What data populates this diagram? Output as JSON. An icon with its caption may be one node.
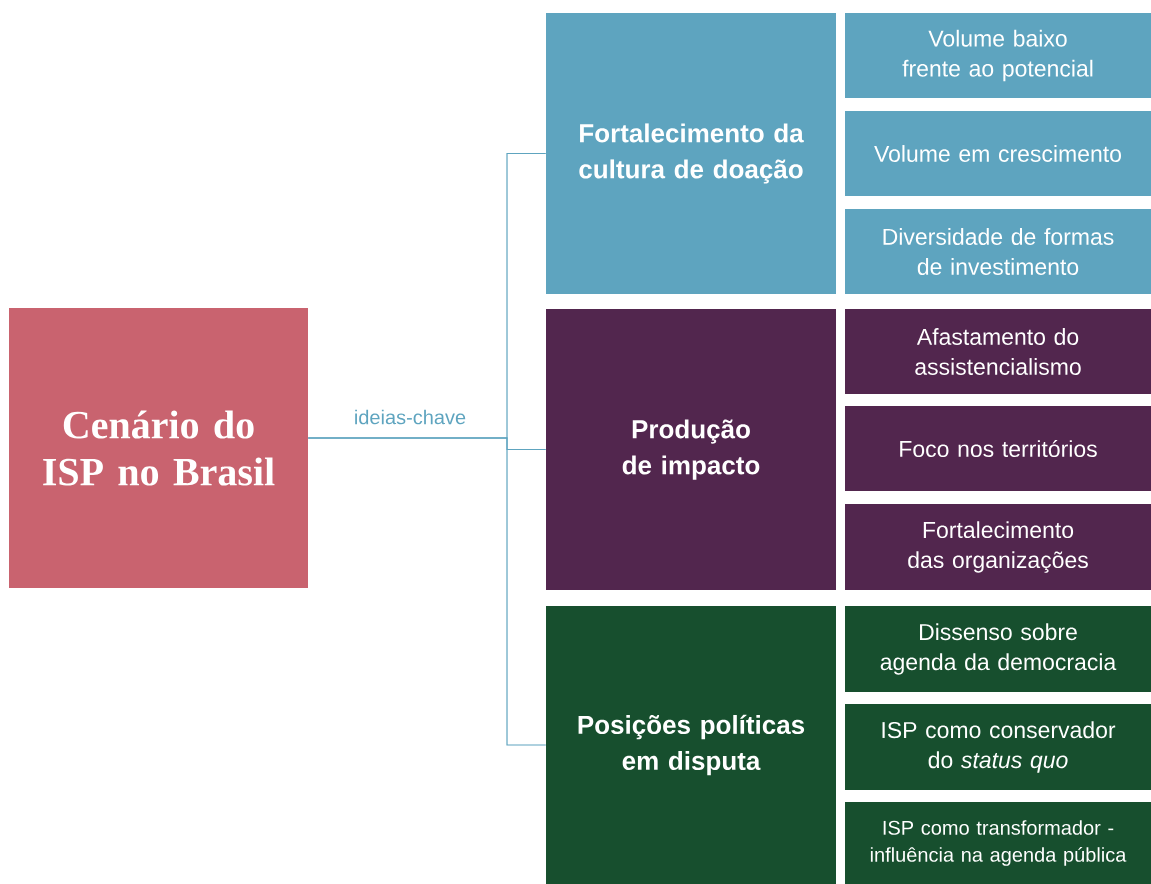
{
  "diagram": {
    "nodes": [
      {
        "text": [
          "Cenário do ISP no Brasil"
        ]
      },
      {
        "text": [
          "Fortalecimento da cultura de doação"
        ]
      },
      {
        "text": [
          "Produção de impacto"
        ]
      },
      {
        "text": [
          "Posições políticas em disputa"
        ]
      },
      {
        "text": [
          "Volume baixo frente ao potencial"
        ]
      },
      {
        "text": [
          "Volume em crescimento"
        ]
      },
      {
        "text": [
          "Diversidade de formas de investimento"
        ]
      },
      {
        "text": [
          "Afastamento do assistencialismo"
        ]
      },
      {
        "text": [
          "Foco nos territórios"
        ]
      },
      {
        "text": [
          "Fortalecimento das organizações"
        ]
      },
      {
        "text": [
          "Dissenso sobre agenda da democracia"
        ]
      },
      {
        "text": [
          "ISP como conservador do *status quo*"
        ]
      },
      {
        "text": [
          "ISP como transformador - influência na agenda pública"
        ]
      }
    ],
    "edges": [
      {
        "from": 0,
        "to": 1,
        "arrow": "none"
      },
      {
        "from": 0,
        "to": 2,
        "arrow": "none",
        "label": "ideias-chave"
      },
      {
        "from": 0,
        "to": 3,
        "arrow": "none"
      }
    ]
  }
}
